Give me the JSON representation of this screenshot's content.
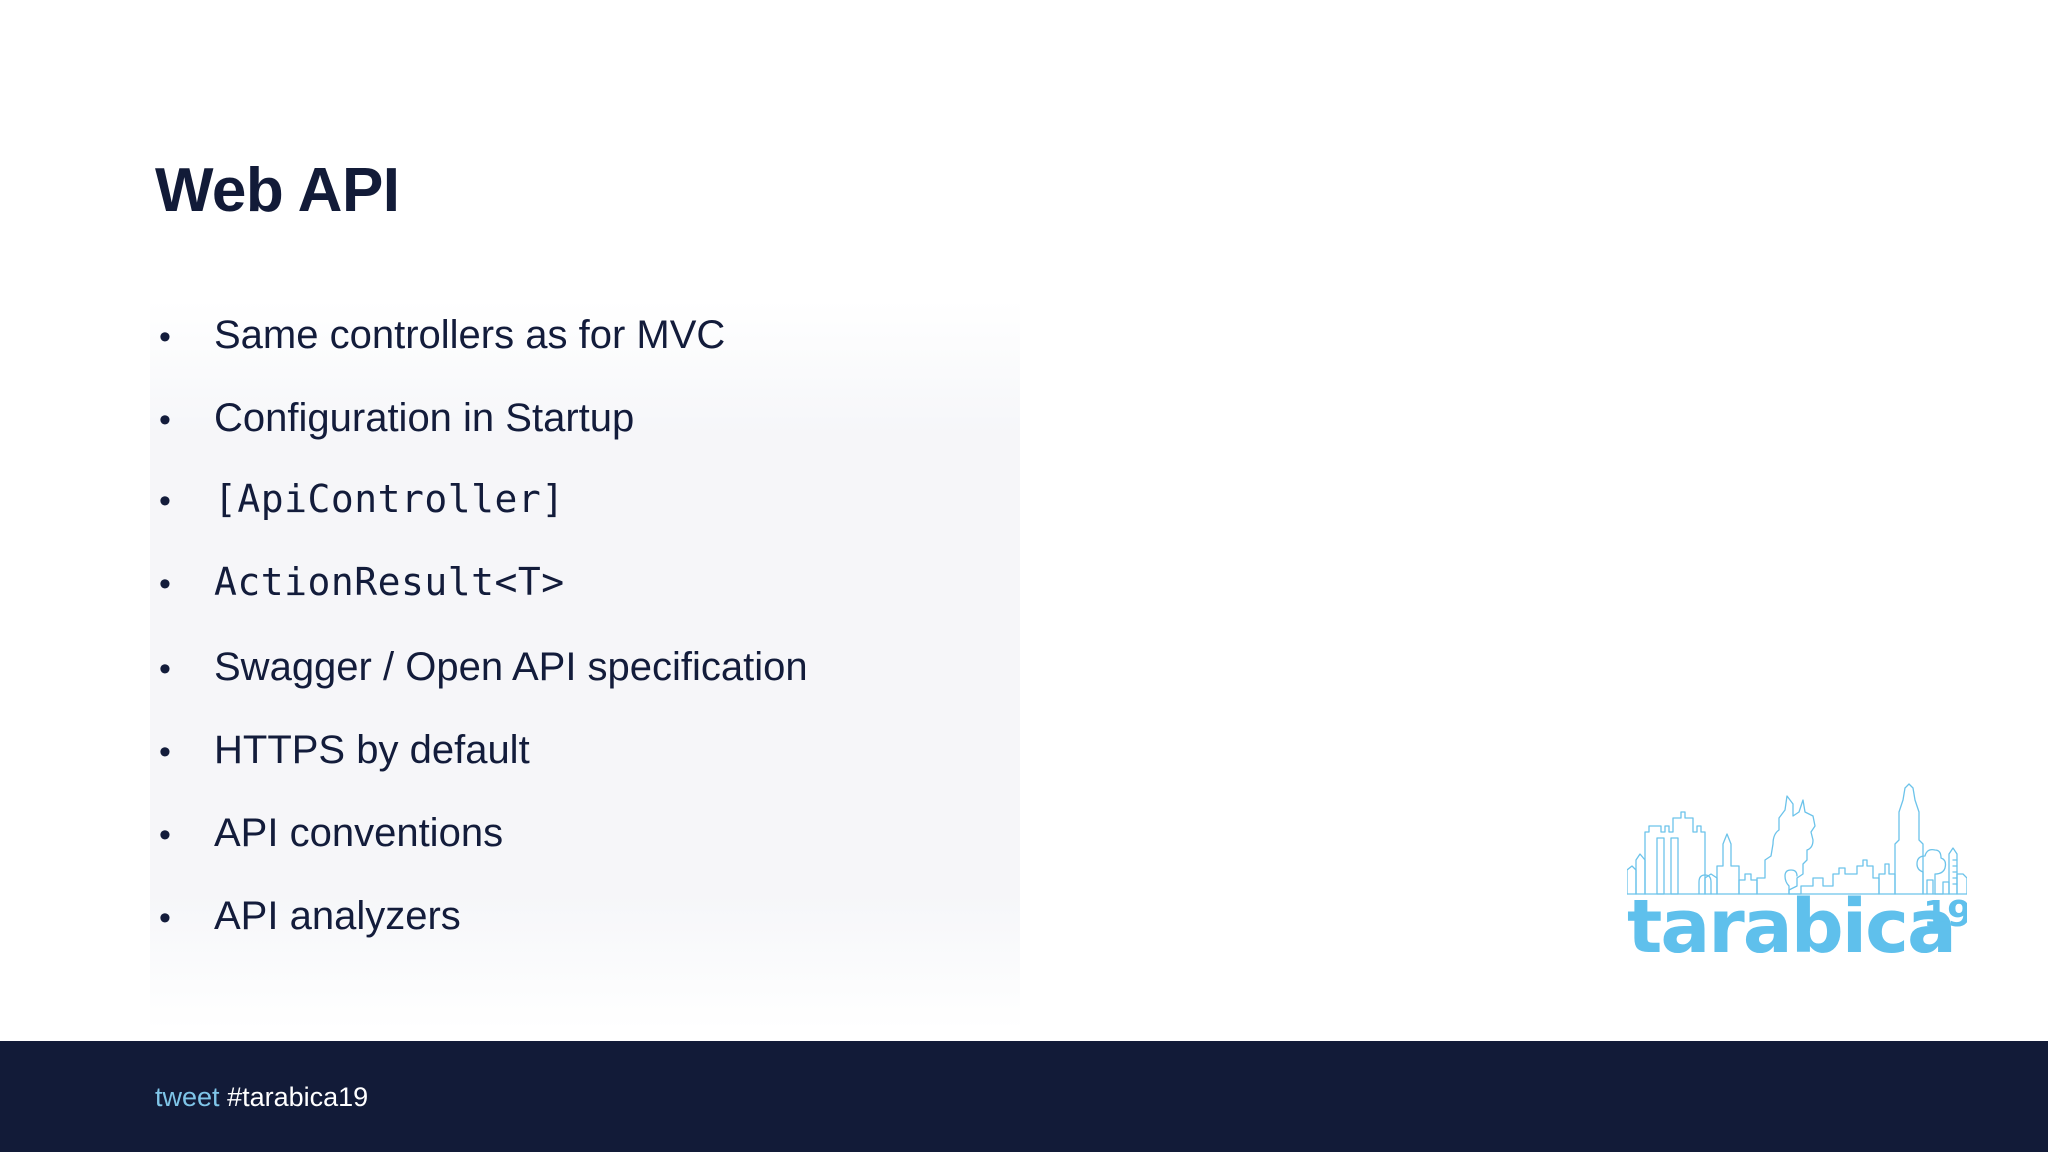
{
  "slide": {
    "title": "Web API",
    "bullets": [
      {
        "text": "Same controllers as for MVC",
        "style": "sans",
        "marker": "•"
      },
      {
        "text": "Configuration in Startup",
        "style": "sans",
        "marker": "•"
      },
      {
        "text": "[ApiController]",
        "style": "mono",
        "marker": "•"
      },
      {
        "text": "ActionResult<T>",
        "style": "mono",
        "marker": "•"
      },
      {
        "text": "Swagger / Open API specification",
        "style": "sans",
        "marker": "•"
      },
      {
        "text": "HTTPS by default",
        "style": "sans",
        "marker": "•"
      },
      {
        "text": "API conventions",
        "style": "sans",
        "marker": "•"
      },
      {
        "text": "API analyzers",
        "style": "sans",
        "marker": "•"
      }
    ]
  },
  "logo": {
    "wordmark": "tarabica",
    "year": "19",
    "skyline_icon": "city-skyline-icon",
    "color": "#5FC0EC"
  },
  "footer": {
    "link_label": "tweet",
    "hashtag": "#tarabica19",
    "background": "#121B38",
    "link_color": "#7FC5E8"
  },
  "theme": {
    "text_color": "#131C3B",
    "background": "#FFFFFF",
    "accent": "#5FC0EC"
  }
}
